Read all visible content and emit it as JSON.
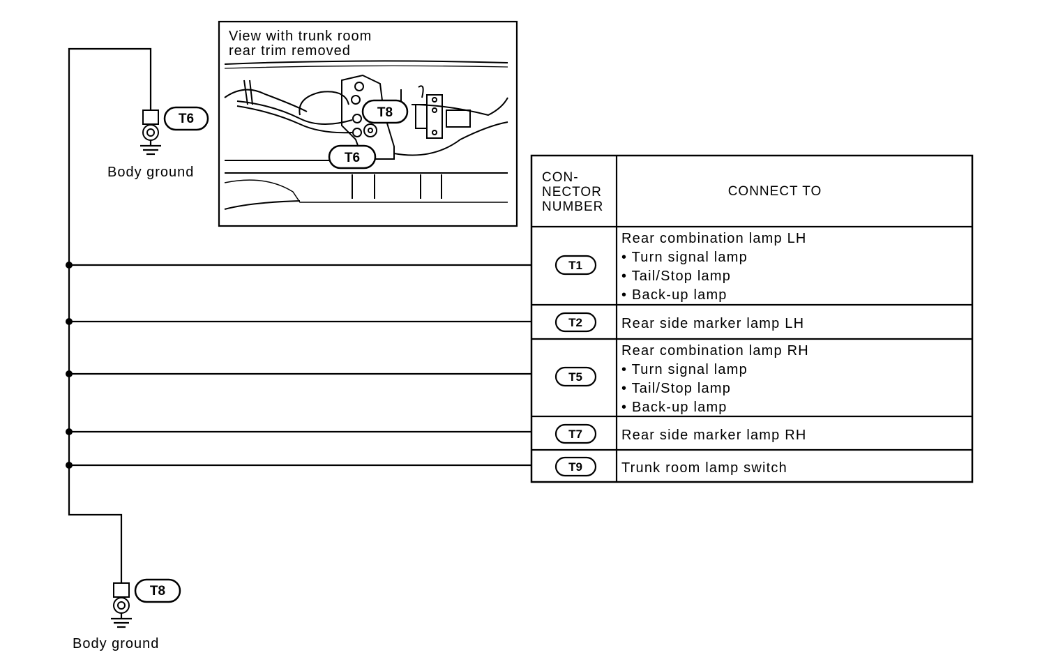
{
  "inset": {
    "caption_line1": "View with trunk room",
    "caption_line2": "rear trim removed",
    "callout_top": "T8",
    "callout_bottom": "T6"
  },
  "grounds": [
    {
      "connector": "T6",
      "label": "Body ground"
    },
    {
      "connector": "T8",
      "label": "Body ground"
    }
  ],
  "table": {
    "header_col1": [
      "CON-",
      "NECTOR",
      "NUMBER"
    ],
    "header_col2": "CONNECT TO",
    "rows": [
      {
        "connector": "T1",
        "lines": [
          "Rear combination lamp LH",
          "• Turn signal lamp",
          "• Tail/Stop lamp",
          "• Back-up lamp"
        ]
      },
      {
        "connector": "T2",
        "lines": [
          "Rear side marker lamp LH"
        ]
      },
      {
        "connector": "T5",
        "lines": [
          "Rear combination lamp RH",
          "• Turn signal lamp",
          "• Tail/Stop lamp",
          "• Back-up lamp"
        ]
      },
      {
        "connector": "T7",
        "lines": [
          "Rear side marker lamp RH"
        ]
      },
      {
        "connector": "T9",
        "lines": [
          "Trunk room lamp switch"
        ]
      }
    ]
  }
}
